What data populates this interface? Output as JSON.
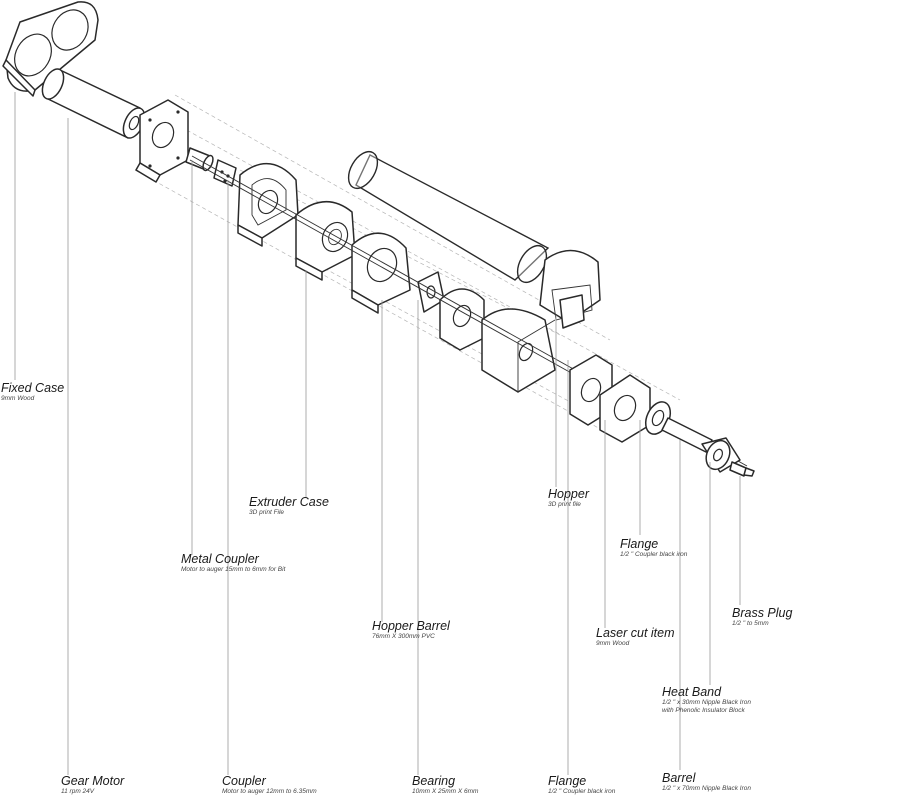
{
  "labels": {
    "fixed_case": {
      "title": "Fixed  Case",
      "sub": "9mm Wood"
    },
    "extruder_case": {
      "title": "Extruder Case",
      "sub": "3D print File"
    },
    "metal_coupler": {
      "title": "Metal Coupler",
      "sub": "Motor to auger 15mm to 6mm for Bit"
    },
    "hopper": {
      "title": "Hopper",
      "sub": "3D print file"
    },
    "flange_upper": {
      "title": "Flange",
      "sub": "1/2 \" Coupler black iron"
    },
    "brass_plug": {
      "title": "Brass Plug",
      "sub": "1/2 \" to 5mm"
    },
    "hopper_barrel": {
      "title": "Hopper Barrel",
      "sub": "76mm X 300mm PVC"
    },
    "laser_cut": {
      "title": "Laser cut item",
      "sub": "9mm Wood"
    },
    "heat_band": {
      "title": "Heat Band",
      "sub": "1/2 \" x 30mm Nipple Black Iron",
      "sub2": "with Phenolic Insulator Block"
    },
    "gear_motor": {
      "title": "Gear Motor",
      "sub": "11 rpm 24V"
    },
    "coupler": {
      "title": "Coupler",
      "sub": "Motor to auger 12mm to 6.35mm"
    },
    "bearing": {
      "title": "Bearing",
      "sub": "10mm X 25mm X 6mm"
    },
    "flange_lower": {
      "title": "Flange",
      "sub": "1/2 \" Coupler black iron"
    },
    "barrel": {
      "title": "Barrel",
      "sub": "1/2 \" x 70mm Nipple Black Iron"
    }
  },
  "colors": {
    "line": "#2a2a2a",
    "leader": "#9a9a9a",
    "background": "#ffffff"
  }
}
